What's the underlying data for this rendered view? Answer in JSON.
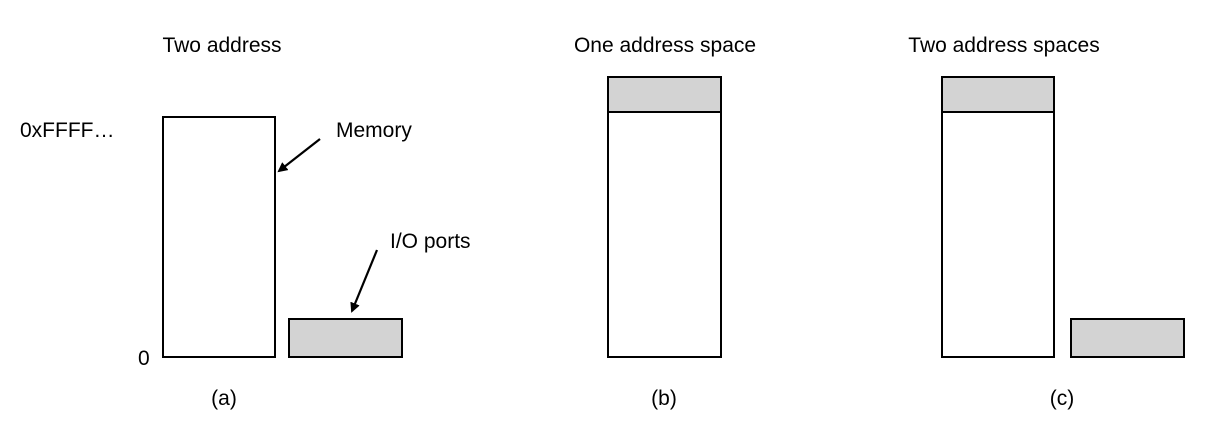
{
  "panels": [
    {
      "title": "Two address",
      "caption": "(a)",
      "top_address_label": "0xFFFF…",
      "bottom_address_label": "0",
      "memory_label": "Memory",
      "io_label": "I/O ports"
    },
    {
      "title": "One address space",
      "caption": "(b)"
    },
    {
      "title": "Two address spaces",
      "caption": "(c)"
    }
  ],
  "colors": {
    "io_region": "#d3d3d3",
    "memory_region": "#ffffff",
    "stroke": "#000000"
  }
}
